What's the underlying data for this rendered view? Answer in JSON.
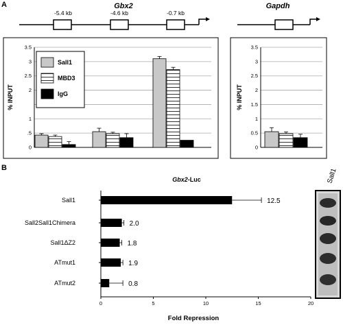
{
  "panel_a": {
    "letter": "A",
    "gbx2_gene": "Gbx2",
    "gapdh_gene": "Gapdh",
    "region_labels": [
      "-5.4 kb",
      "-4.6 kb",
      "-0.7 kb"
    ],
    "legend": [
      "Sall1",
      "MBD3",
      "IgG"
    ]
  },
  "panel_b": {
    "letter": "B",
    "title_italic": "Gbx2",
    "title_rest": "-Luc",
    "blot_label": "Sall1"
  },
  "colors": {
    "sall1": "#c8c8c8",
    "mbd3": "#ffffff",
    "igg": "#000000",
    "grid": "#aaaaaa"
  },
  "chart_data": [
    {
      "type": "bar",
      "gene": "Gbx2",
      "categories": [
        "-5.4 kb",
        "-4.6 kb",
        "-0.7 kb"
      ],
      "ylabel": "% INPUT",
      "ylim": [
        0,
        3.5
      ],
      "yticks": [
        "0",
        "0.5",
        "1",
        "1.5",
        "2",
        "2.5",
        "3",
        "3.5"
      ],
      "yticks_shown": [
        "0",
        ".5",
        "1",
        "",
        "2",
        "2.5",
        "3",
        "3.5"
      ],
      "grid": true,
      "legend_position": "top-left",
      "series": [
        {
          "name": "Sall1",
          "values": [
            0.43,
            0.55,
            3.1
          ],
          "errors": [
            0.05,
            0.12,
            0.08
          ]
        },
        {
          "name": "MBD3",
          "values": [
            0.38,
            0.48,
            2.72
          ],
          "errors": [
            0.05,
            0.05,
            0.08
          ]
        },
        {
          "name": "IgG",
          "values": [
            0.1,
            0.34,
            0.25
          ],
          "errors": [
            0.1,
            0.14,
            0.0
          ]
        }
      ]
    },
    {
      "type": "bar",
      "gene": "Gapdh",
      "categories": [
        ""
      ],
      "ylabel": "% INPUT",
      "ylim": [
        0,
        3.5
      ],
      "yticks": [
        "0",
        "0.5",
        "1",
        "1.5",
        "2",
        "2.5",
        "3",
        "3.5"
      ],
      "grid": true,
      "series": [
        {
          "name": "Sall1",
          "values": [
            0.55
          ],
          "errors": [
            0.14
          ]
        },
        {
          "name": "MBD3",
          "values": [
            0.48
          ],
          "errors": [
            0.06
          ]
        },
        {
          "name": "IgG",
          "values": [
            0.34
          ],
          "errors": [
            0.12
          ]
        }
      ]
    },
    {
      "type": "bar",
      "orientation": "horizontal",
      "title": "Gbx2-Luc",
      "xlabel": "Fold Repression",
      "xlim": [
        0,
        20
      ],
      "xticks": [
        "0",
        "5",
        "10",
        "15",
        "20"
      ],
      "categories": [
        "Sall1",
        "Sall2Sall1Chimera",
        "Sall1ΔZ2",
        "ATmut1",
        "ATmut2"
      ],
      "values": [
        12.5,
        2.0,
        1.8,
        1.9,
        0.8
      ],
      "value_labels": [
        "12.5",
        "2.0",
        "1.8",
        "1.9",
        "0.8"
      ],
      "errors": [
        2.8,
        0.2,
        0.2,
        0.2,
        1.3
      ]
    }
  ]
}
